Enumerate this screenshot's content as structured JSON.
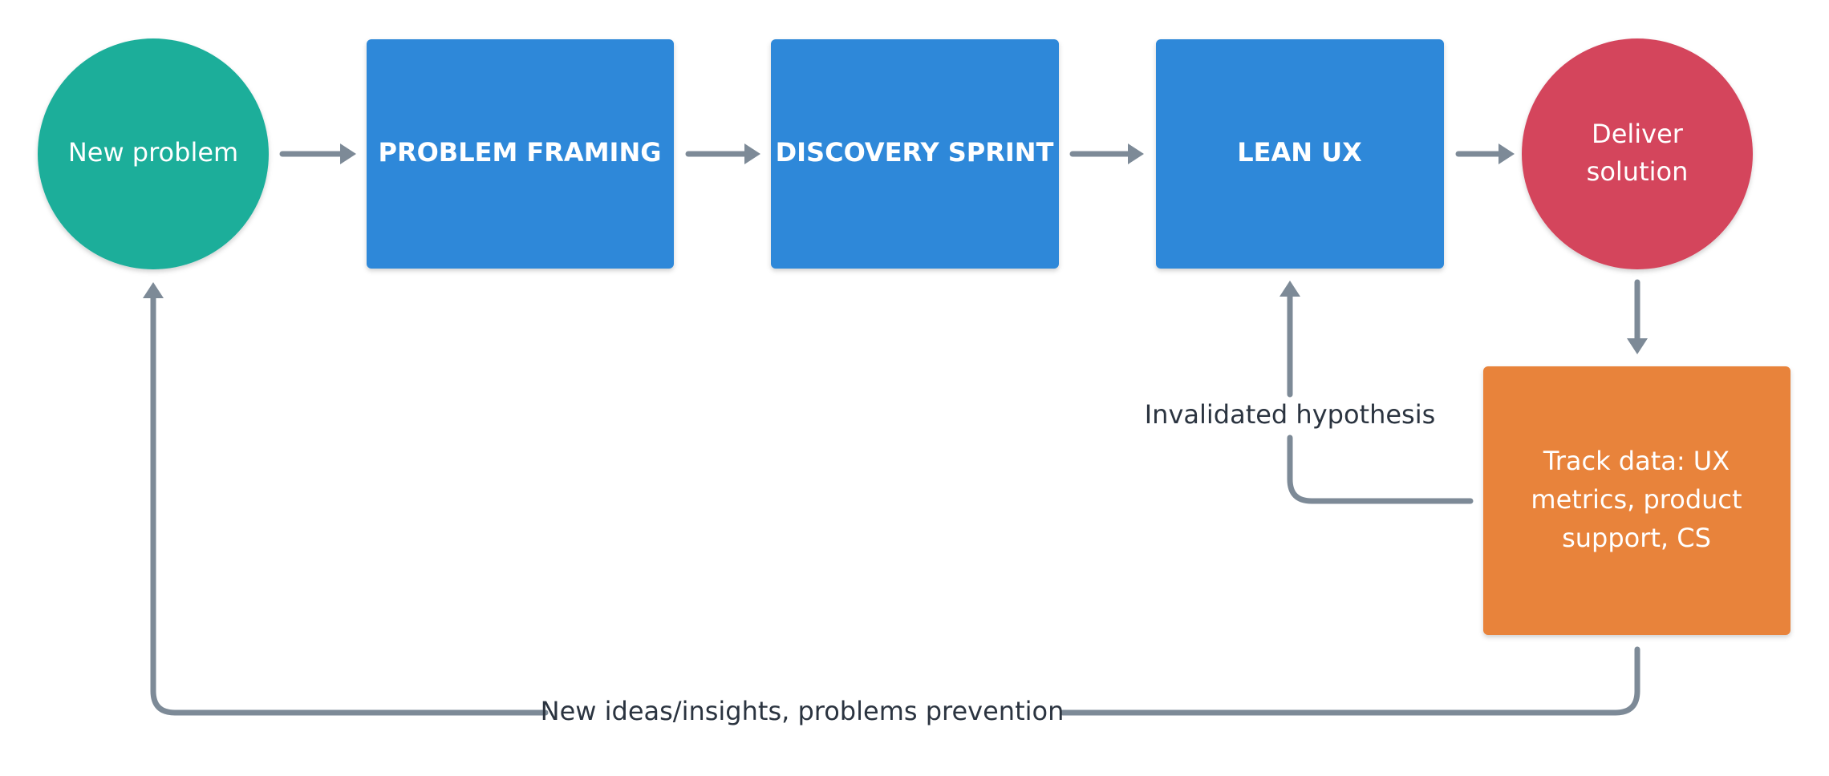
{
  "colors": {
    "start": "#1bae9a",
    "process": "#2d88d9",
    "end": "#d4455c",
    "track": "#e8833a",
    "connector": "#7d8a97",
    "label_text": "#2b3440"
  },
  "nodes": {
    "new_problem": {
      "label": "New problem"
    },
    "problem_framing": {
      "label": "PROBLEM FRAMING"
    },
    "discovery_sprint": {
      "label": "DISCOVERY SPRINT"
    },
    "lean_ux": {
      "label": "LEAN UX"
    },
    "deliver_solution": {
      "line1": "Deliver",
      "line2": "solution"
    },
    "track_data": {
      "line1": "Track data: UX",
      "line2": "metrics, product",
      "line3": "support, CS"
    }
  },
  "edges": {
    "invalidated": {
      "label": "Invalidated hypothesis"
    },
    "feedback": {
      "label": "New ideas/insights, problems prevention"
    }
  }
}
